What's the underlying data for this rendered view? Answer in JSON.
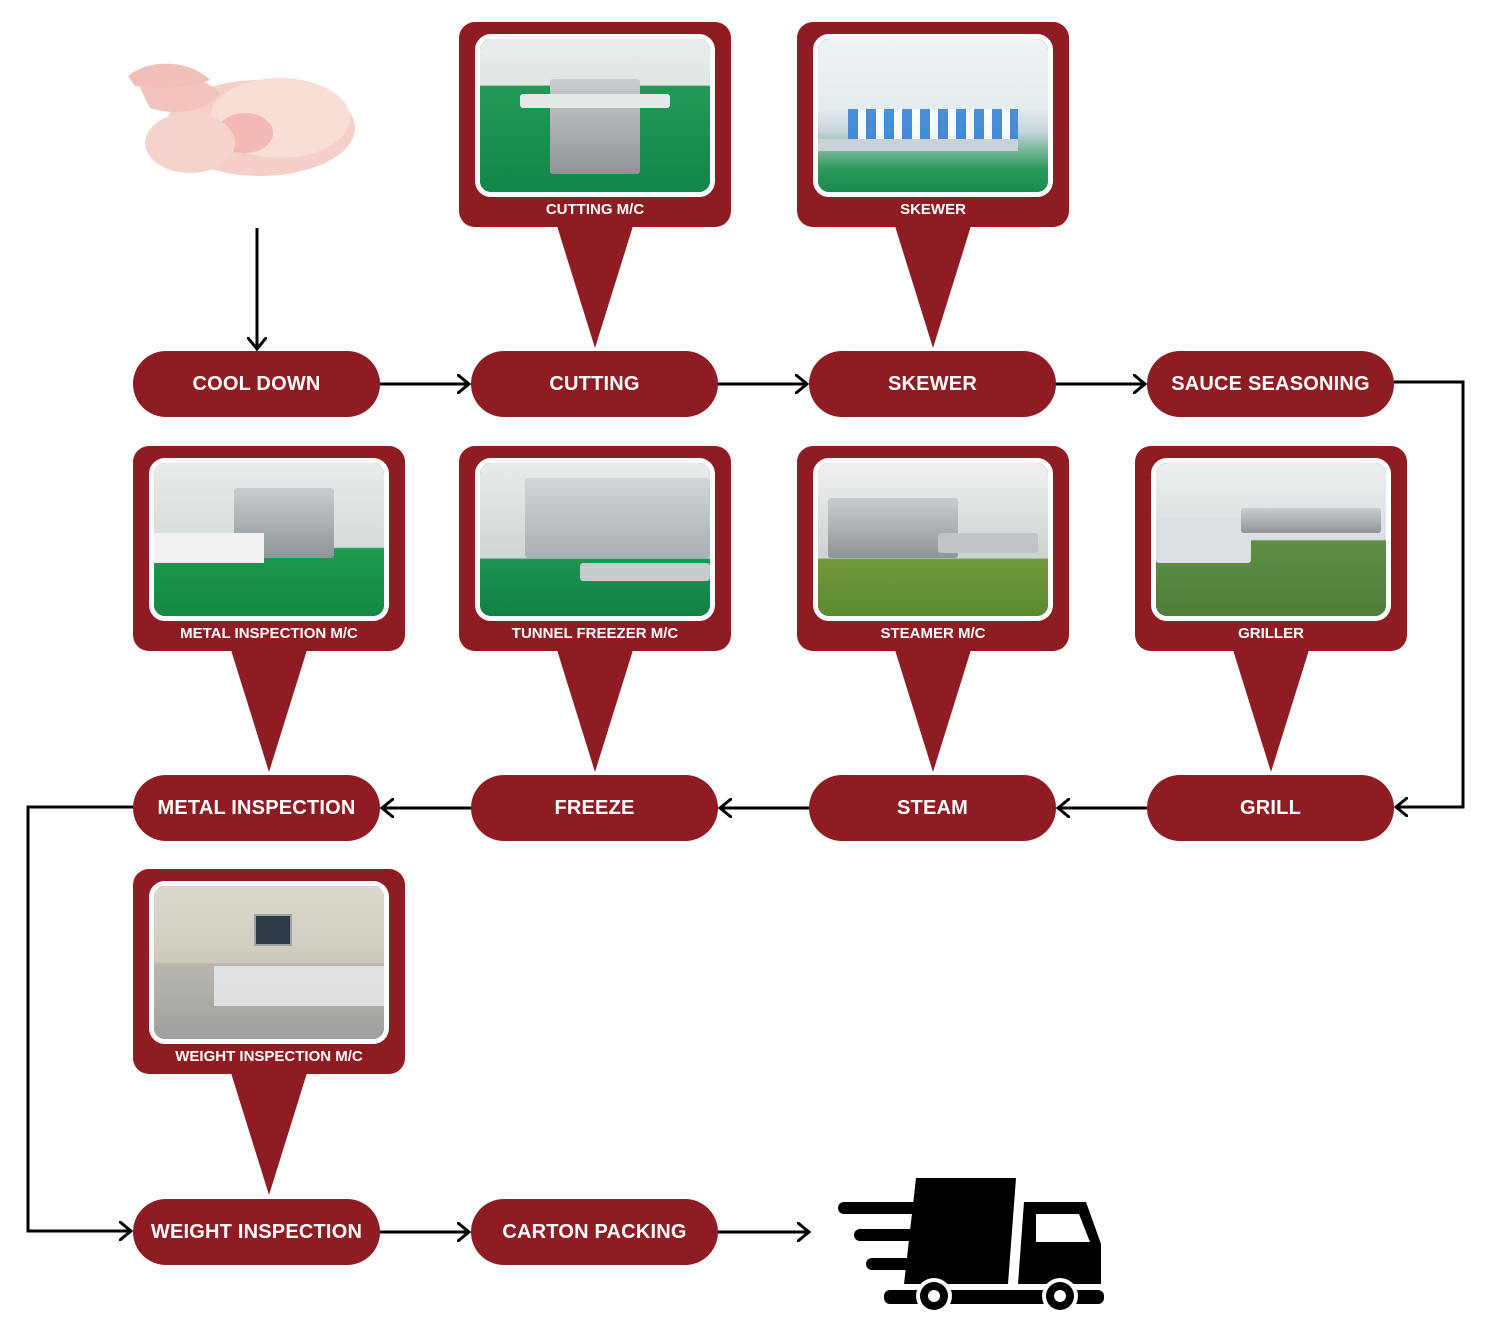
{
  "diagram": {
    "title": "",
    "theme_color": "#8e1c22",
    "arrow_color": "#000000",
    "start_image": {
      "label": "raw whole chicken",
      "icon": "chicken-image"
    },
    "end_image": {
      "label": "fast delivery truck",
      "icon": "delivery-truck-icon"
    },
    "steps": [
      {
        "id": "cool-down",
        "label": "COOL DOWN"
      },
      {
        "id": "cutting",
        "label": "CUTTING"
      },
      {
        "id": "skewer",
        "label": "SKEWER"
      },
      {
        "id": "sauce-seasoning",
        "label": "SAUCE SEASONING"
      },
      {
        "id": "grill",
        "label": "GRILL"
      },
      {
        "id": "steam",
        "label": "STEAM"
      },
      {
        "id": "freeze",
        "label": "FREEZE"
      },
      {
        "id": "metal-inspection",
        "label": "METAL INSPECTION"
      },
      {
        "id": "weight-inspection",
        "label": "WEIGHT INSPECTION"
      },
      {
        "id": "carton-packing",
        "label": "CARTON PACKING"
      }
    ],
    "callouts": [
      {
        "for": "cutting",
        "label": "CUTTING M/C"
      },
      {
        "for": "skewer",
        "label": "SKEWER"
      },
      {
        "for": "metal-inspection",
        "label": "METAL INSPECTION M/C"
      },
      {
        "for": "freeze",
        "label": "TUNNEL FREEZER M/C"
      },
      {
        "for": "steam",
        "label": "STEAMER M/C"
      },
      {
        "for": "grill",
        "label": "GRILLER"
      },
      {
        "for": "weight-inspection",
        "label": "WEIGHT INSPECTION M/C"
      }
    ],
    "flow": [
      [
        "start",
        "cool-down"
      ],
      [
        "cool-down",
        "cutting"
      ],
      [
        "cutting",
        "skewer"
      ],
      [
        "skewer",
        "sauce-seasoning"
      ],
      [
        "sauce-seasoning",
        "grill"
      ],
      [
        "grill",
        "steam"
      ],
      [
        "steam",
        "freeze"
      ],
      [
        "freeze",
        "metal-inspection"
      ],
      [
        "metal-inspection",
        "weight-inspection"
      ],
      [
        "weight-inspection",
        "carton-packing"
      ],
      [
        "carton-packing",
        "end"
      ]
    ]
  }
}
